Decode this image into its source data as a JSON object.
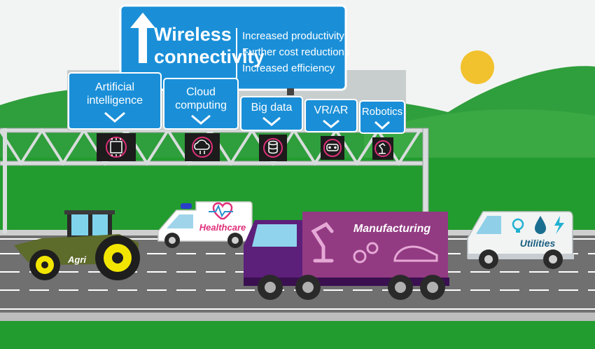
{
  "main_sign": {
    "title_line1": "Wireless",
    "title_line2": "connectivity",
    "benefits": [
      "Increased productivity",
      "Further cost reductions",
      "Increased efficiency"
    ]
  },
  "gantry_signs": [
    {
      "line1": "Artificial",
      "line2": "intelligence",
      "icon": "ai-chip-icon"
    },
    {
      "line1": "Cloud",
      "line2": "computing",
      "icon": "cloud-icon"
    },
    {
      "line1": "Big data",
      "line2": "",
      "icon": "database-icon"
    },
    {
      "line1": "VR/AR",
      "line2": "",
      "icon": "vr-headset-icon"
    },
    {
      "line1": "Robotics",
      "line2": "",
      "icon": "robot-arm-icon"
    }
  ],
  "vehicles": {
    "tractor": "Agri",
    "ambulance": "Healthcare",
    "truck": "Manufacturing",
    "van": "Utilities"
  },
  "colors": {
    "sign_blue": "#1a8fd8",
    "truck_purple": "#923b82",
    "cab_purple": "#5c1f7a",
    "tractor_green": "#5d6b2b",
    "wheel_yellow": "#f2e600",
    "sun": "#f2c12e",
    "hill_green": "#2f9e3c",
    "road_gray": "#707070"
  }
}
